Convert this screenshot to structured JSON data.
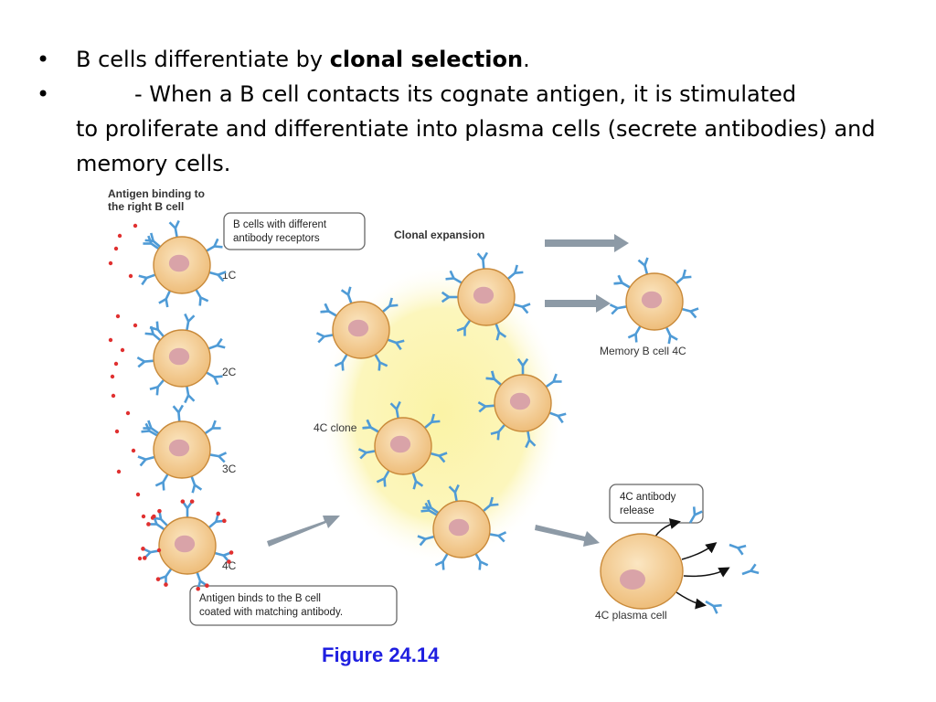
{
  "bullets": [
    {
      "marker": "•",
      "text_before": "B cells differentiate by ",
      "bold": "clonal selection",
      "text_after": "."
    },
    {
      "marker": "•",
      "line1": "- When a B cell contacts its cognate antigen, it is stimulated",
      "rest": "to proliferate and differentiate into plasma cells (secrete antibodies) and memory cells."
    }
  ],
  "figure": {
    "title_line1": "Antigen binding to",
    "title_line2": "the right B cell",
    "callout_receptors_line1": "B cells with different",
    "callout_receptors_line2": "antibody receptors",
    "clonal_expansion": "Clonal expansion",
    "cell_labels": [
      "1C",
      "2C",
      "3C",
      "4C"
    ],
    "clone_label": "4C clone",
    "memory_label": "Memory B cell 4C",
    "antibody_release_line1": "4C antibody",
    "antibody_release_line2": "release",
    "plasma_label": "4C plasma cell",
    "binds_line1": "Antigen binds to the B cell",
    "binds_line2": "coated with matching antibody.",
    "colors": {
      "cell_fill": "#f4d2a0",
      "cell_edge": "#c98a3a",
      "nucleus": "#d9a3a8",
      "receptor": "#4f9bd6",
      "clone_glow": "#fbf3a6",
      "arrow": "#8899a8",
      "antigen": "#e03030"
    }
  },
  "caption": "Figure 24.14"
}
